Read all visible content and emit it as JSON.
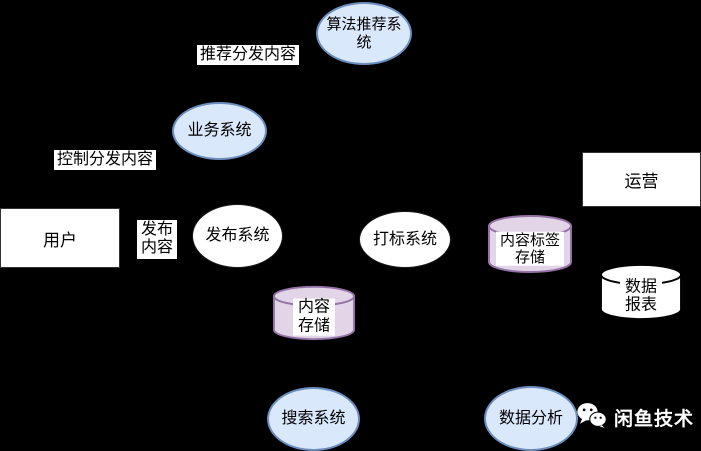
{
  "diagram": {
    "nodes": {
      "user": {
        "label": "用户",
        "shape": "rect"
      },
      "publish_system": {
        "label": "发布系统",
        "shape": "ellipse-white"
      },
      "business_system": {
        "label": "业务系统",
        "shape": "ellipse-blue"
      },
      "algorithm_system": {
        "label": "算法推荐系统",
        "shape": "ellipse-blue"
      },
      "tagging_system": {
        "label": "打标系统",
        "shape": "ellipse-white"
      },
      "tag_storage": {
        "label": "内容标签存储",
        "shape": "cylinder-purple"
      },
      "operations": {
        "label": "运营",
        "shape": "rect"
      },
      "data_report": {
        "label": "数据报表",
        "shape": "cylinder-white"
      },
      "content_storage": {
        "label": "内容存储",
        "shape": "cylinder-purple"
      },
      "search_system": {
        "label": "搜索系统",
        "shape": "ellipse-blue"
      },
      "data_analysis": {
        "label": "数据分析",
        "shape": "ellipse-blue"
      }
    },
    "edge_labels": {
      "recommend": "推荐分发内容",
      "control": "控制分发内容",
      "publish": "发布内容"
    },
    "colors": {
      "background": "#000000",
      "system_fill": "#dae8fc",
      "system_stroke": "#6c8ebf",
      "storage_fill": "#e1d5e7",
      "storage_stroke": "#9673a6",
      "plain_fill": "#ffffff",
      "text": "#000000",
      "brand_text": "#ffffff"
    }
  },
  "branding": {
    "name": "闲鱼技术",
    "icon": "wechat-logo"
  }
}
